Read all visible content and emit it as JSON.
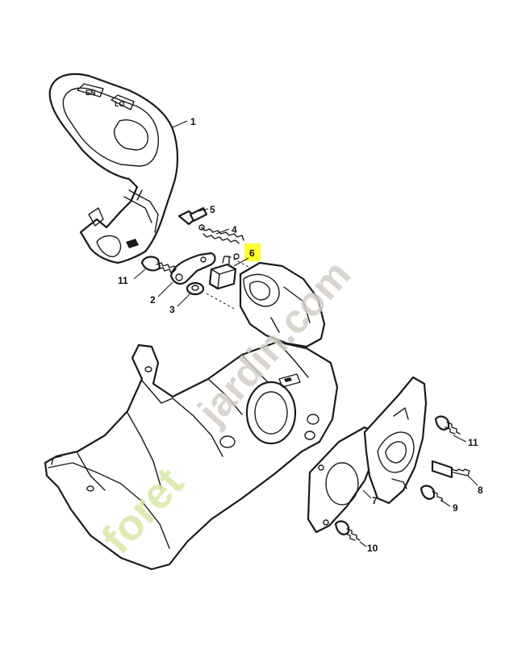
{
  "diagram": {
    "callouts": [
      {
        "id": "1",
        "label": "1",
        "highlighted": false
      },
      {
        "id": "2",
        "label": "2",
        "highlighted": false
      },
      {
        "id": "3",
        "label": "3",
        "highlighted": false
      },
      {
        "id": "4",
        "label": "4",
        "highlighted": false
      },
      {
        "id": "5",
        "label": "5",
        "highlighted": false
      },
      {
        "id": "6",
        "label": "6",
        "highlighted": true
      },
      {
        "id": "7",
        "label": "7",
        "highlighted": false
      },
      {
        "id": "8",
        "label": "8",
        "highlighted": false
      },
      {
        "id": "9",
        "label": "9",
        "highlighted": false
      },
      {
        "id": "10",
        "label": "10",
        "highlighted": false
      },
      {
        "id": "11a",
        "label": "11",
        "highlighted": false
      },
      {
        "id": "11b",
        "label": "11",
        "highlighted": false
      }
    ],
    "highlight_color": "#ffff33"
  },
  "watermark": {
    "text_part_1": "foret",
    "text_part_2": "jardin.com",
    "color_part_1": "#d7e8a6",
    "color_part_2": "#d2cec6"
  }
}
